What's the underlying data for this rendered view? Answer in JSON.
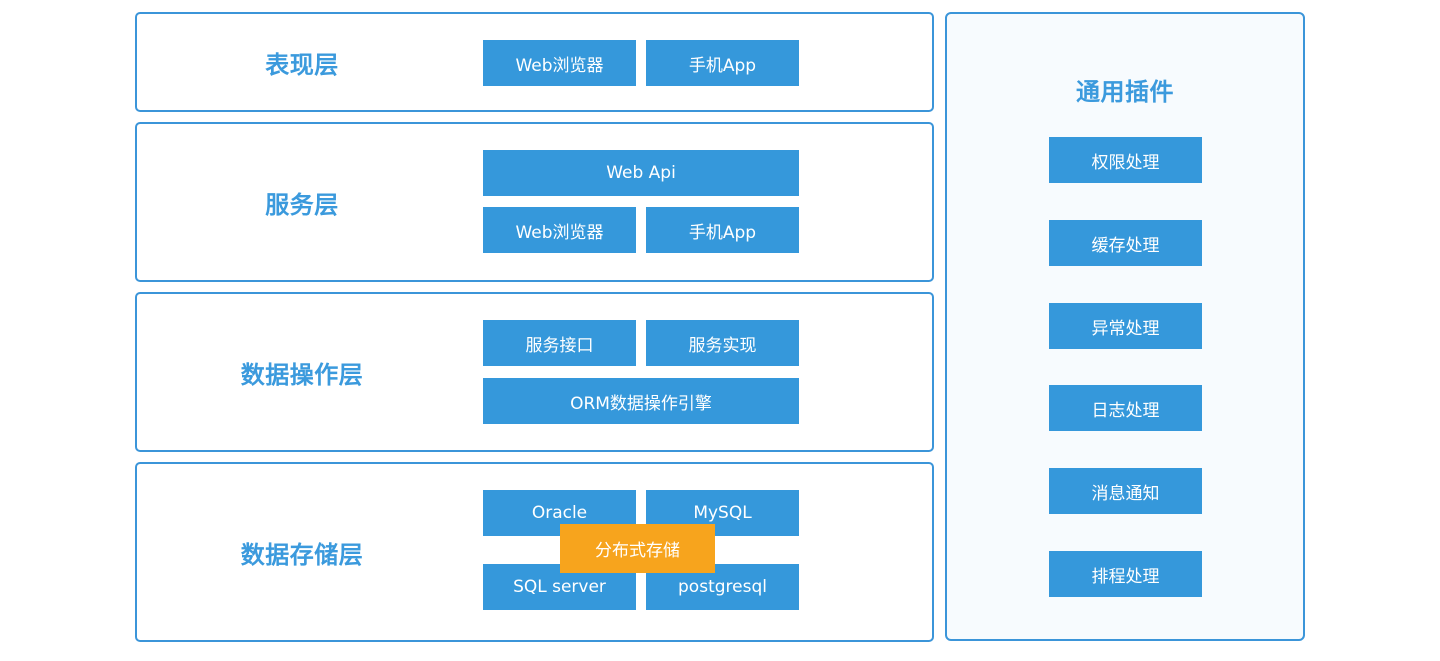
{
  "colors": {
    "button_blue": "#3598db",
    "border_blue": "#3b95d9",
    "label_blue": "#3b9add",
    "orange": "#f7a41d",
    "panel_bg": "#f7fbfe"
  },
  "layers": [
    {
      "label": "表现层",
      "buttons": [
        "Web浏览器",
        "手机App"
      ]
    },
    {
      "label": "服务层",
      "buttons": [
        "Web Api",
        "Web浏览器",
        "手机App"
      ]
    },
    {
      "label": "数据操作层",
      "buttons": [
        "服务接口",
        "服务实现",
        "ORM数据操作引擎"
      ]
    },
    {
      "label": "数据存储层",
      "buttons": [
        "Oracle",
        "MySQL",
        "SQL server",
        "postgresql"
      ],
      "overlay": "分布式存储"
    }
  ],
  "plugins_panel": {
    "title": "通用插件",
    "items": [
      "权限处理",
      "缓存处理",
      "异常处理",
      "日志处理",
      "消息通知",
      "排程处理"
    ]
  }
}
